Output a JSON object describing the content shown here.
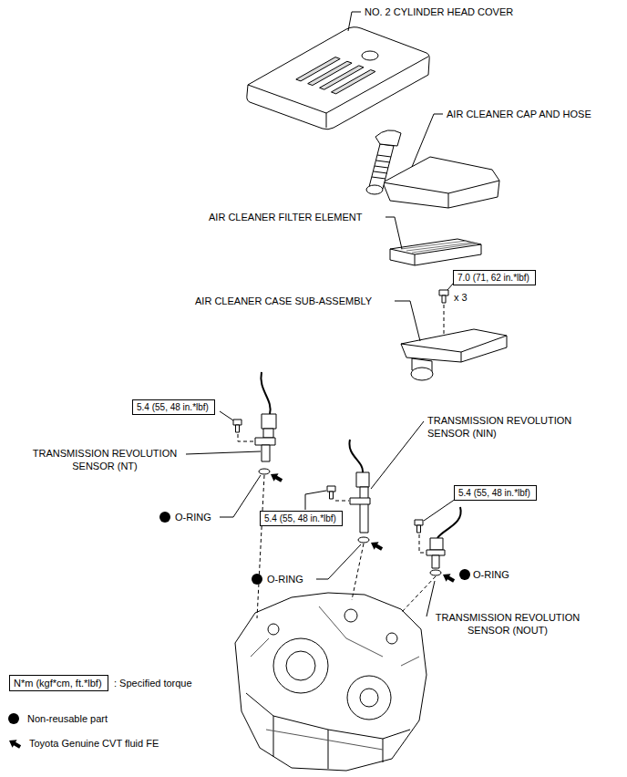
{
  "diagram": {
    "nodes": [
      {
        "text": [
          "7.0 (71, 62 in.*lbf)"
        ]
      },
      {
        "text": [
          "5.4 (55, 48 in.*lbf)"
        ]
      },
      {
        "text": [
          "5.4 (55, 48 in.*lbf)"
        ]
      },
      {
        "text": [
          "5.4 (55, 48 in.*lbf)"
        ]
      },
      {
        "text": [
          "N*m (kgf*cm, ft.*lbf)"
        ]
      }
    ],
    "labels": [
      "NO. 2 CYLINDER HEAD COVER",
      "AIR CLEANER CAP AND HOSE",
      "AIR CLEANER FILTER ELEMENT",
      "x 3",
      "AIR CLEANER CASE SUB-ASSEMBLY",
      "TRANSMISSION REVOLUTION SENSOR (NT)",
      "TRANSMISSION REVOLUTION SENSOR (NIN)",
      "O-RING",
      "O-RING",
      "O-RING",
      "TRANSMISSION REVOLUTION SENSOR (NOUT)"
    ],
    "legend": [
      {
        "text": ": Specified torque"
      },
      {
        "text": "Non-reusable part",
        "color": "#000000"
      },
      {
        "text": "Toyota Genuine CVT fluid FE"
      }
    ]
  }
}
